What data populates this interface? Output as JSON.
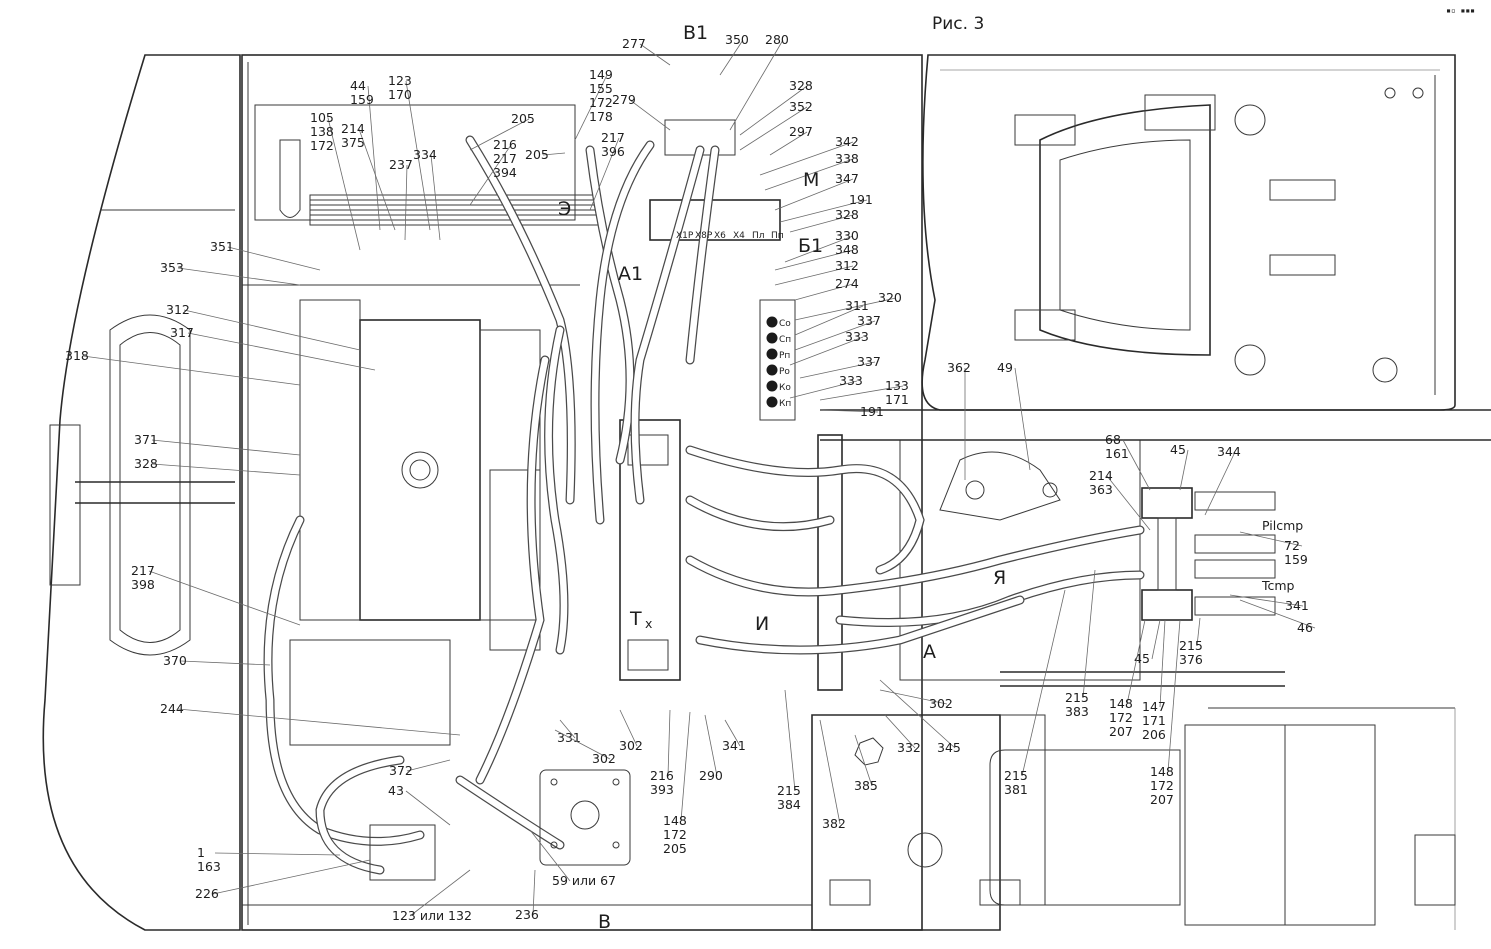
{
  "title": "Рис. 3",
  "corner_mark": "▪▫ ▪▪▪",
  "view_marks": {
    "top": "В1",
    "bottom": "В",
    "side_b1": "Б1",
    "arrow_ya": "Я",
    "section_a": "А",
    "section_a1": "А1",
    "section_m": "М",
    "section_e": "Э",
    "section_t": "Т",
    "section_t_sub": "х",
    "section_i": "И"
  },
  "distributor_ports": [
    "Х1Р",
    "Х8Р",
    "Х6",
    "Х4",
    "Пл",
    "Пп"
  ],
  "valve_ports": [
    "Со",
    "Сп",
    "Рп",
    "Ро",
    "Ко",
    "Кп"
  ],
  "line_labels": {
    "pilot": "Pilcmp",
    "tank": "Tcmp"
  },
  "callouts": [
    {
      "id": "c277",
      "text": [
        "277"
      ]
    },
    {
      "id": "c350",
      "text": [
        "350"
      ]
    },
    {
      "id": "c280",
      "text": [
        "280"
      ]
    },
    {
      "id": "c149",
      "text": [
        "149",
        "155",
        "172",
        "178"
      ]
    },
    {
      "id": "c279",
      "text": [
        "279"
      ]
    },
    {
      "id": "c328a",
      "text": [
        "328"
      ]
    },
    {
      "id": "c352",
      "text": [
        "352"
      ]
    },
    {
      "id": "c297",
      "text": [
        "297"
      ]
    },
    {
      "id": "c44",
      "text": [
        "44",
        "159"
      ]
    },
    {
      "id": "c123",
      "text": [
        "123",
        "170"
      ]
    },
    {
      "id": "c205a",
      "text": [
        "205"
      ]
    },
    {
      "id": "c205b",
      "text": [
        "205"
      ]
    },
    {
      "id": "c105",
      "text": [
        "105",
        "138",
        "172"
      ]
    },
    {
      "id": "c214",
      "text": [
        "214",
        "375"
      ]
    },
    {
      "id": "c237",
      "text": [
        "237"
      ]
    },
    {
      "id": "c334",
      "text": [
        "334"
      ]
    },
    {
      "id": "c216",
      "text": [
        "216",
        "217",
        "394"
      ]
    },
    {
      "id": "c217a",
      "text": [
        "217",
        "396"
      ]
    },
    {
      "id": "c342",
      "text": [
        "342"
      ]
    },
    {
      "id": "c338",
      "text": [
        "338"
      ]
    },
    {
      "id": "c347",
      "text": [
        "347"
      ]
    },
    {
      "id": "c191a",
      "text": [
        "191"
      ]
    },
    {
      "id": "c328b",
      "text": [
        "328"
      ]
    },
    {
      "id": "c330",
      "text": [
        "330"
      ]
    },
    {
      "id": "c348",
      "text": [
        "348"
      ]
    },
    {
      "id": "c312a",
      "text": [
        "312"
      ]
    },
    {
      "id": "c274",
      "text": [
        "274"
      ]
    },
    {
      "id": "c320",
      "text": [
        "320"
      ]
    },
    {
      "id": "c311",
      "text": [
        "311"
      ]
    },
    {
      "id": "c337a",
      "text": [
        "337"
      ]
    },
    {
      "id": "c333a",
      "text": [
        "333"
      ]
    },
    {
      "id": "c337b",
      "text": [
        "337"
      ]
    },
    {
      "id": "c333b",
      "text": [
        "333"
      ]
    },
    {
      "id": "c133",
      "text": [
        "133",
        "171"
      ]
    },
    {
      "id": "c191b",
      "text": [
        "191"
      ]
    },
    {
      "id": "c351",
      "text": [
        "351"
      ]
    },
    {
      "id": "c353",
      "text": [
        "353"
      ]
    },
    {
      "id": "c312b",
      "text": [
        "312"
      ]
    },
    {
      "id": "c317",
      "text": [
        "317"
      ]
    },
    {
      "id": "c318",
      "text": [
        "318"
      ]
    },
    {
      "id": "c371",
      "text": [
        "371"
      ]
    },
    {
      "id": "c328c",
      "text": [
        "328"
      ]
    },
    {
      "id": "c217b",
      "text": [
        "217",
        "398"
      ]
    },
    {
      "id": "c370",
      "text": [
        "370"
      ]
    },
    {
      "id": "c244",
      "text": [
        "244"
      ]
    },
    {
      "id": "c372",
      "text": [
        "372"
      ]
    },
    {
      "id": "c43",
      "text": [
        "43"
      ]
    },
    {
      "id": "c1",
      "text": [
        "1",
        "163"
      ]
    },
    {
      "id": "c226",
      "text": [
        "226"
      ]
    },
    {
      "id": "c123b",
      "text": [
        "123 или 132"
      ]
    },
    {
      "id": "c236",
      "text": [
        "236"
      ]
    },
    {
      "id": "c59",
      "text": [
        "59 или 67"
      ]
    },
    {
      "id": "c331",
      "text": [
        "331"
      ]
    },
    {
      "id": "c302a",
      "text": [
        "302"
      ]
    },
    {
      "id": "c302b",
      "text": [
        "302"
      ]
    },
    {
      "id": "c216b",
      "text": [
        "216",
        "393"
      ]
    },
    {
      "id": "c290",
      "text": [
        "290"
      ]
    },
    {
      "id": "c148a",
      "text": [
        "148",
        "172",
        "205"
      ]
    },
    {
      "id": "c341a",
      "text": [
        "341"
      ]
    },
    {
      "id": "c215a",
      "text": [
        "215",
        "384"
      ]
    },
    {
      "id": "c382",
      "text": [
        "382"
      ]
    },
    {
      "id": "c385",
      "text": [
        "385"
      ]
    },
    {
      "id": "c332",
      "text": [
        "332"
      ]
    },
    {
      "id": "c345",
      "text": [
        "345"
      ]
    },
    {
      "id": "c302c",
      "text": [
        "302"
      ]
    },
    {
      "id": "c362",
      "text": [
        "362"
      ]
    },
    {
      "id": "c49",
      "text": [
        "49"
      ]
    },
    {
      "id": "c68",
      "text": [
        "68",
        "161"
      ]
    },
    {
      "id": "c45a",
      "text": [
        "45"
      ]
    },
    {
      "id": "c344",
      "text": [
        "344"
      ]
    },
    {
      "id": "c214b",
      "text": [
        "214",
        "363"
      ]
    },
    {
      "id": "c72",
      "text": [
        "72",
        "159"
      ]
    },
    {
      "id": "c341b",
      "text": [
        "341"
      ]
    },
    {
      "id": "c46",
      "text": [
        "46"
      ]
    },
    {
      "id": "c215b",
      "text": [
        "215",
        "376"
      ]
    },
    {
      "id": "c45b",
      "text": [
        "45"
      ]
    },
    {
      "id": "c215c",
      "text": [
        "215",
        "383"
      ]
    },
    {
      "id": "c148b",
      "text": [
        "148",
        "172",
        "207"
      ]
    },
    {
      "id": "c147",
      "text": [
        "147",
        "171",
        "206"
      ]
    },
    {
      "id": "c148c",
      "text": [
        "148",
        "172",
        "207"
      ]
    },
    {
      "id": "c215d",
      "text": [
        "215",
        "381"
      ]
    }
  ]
}
